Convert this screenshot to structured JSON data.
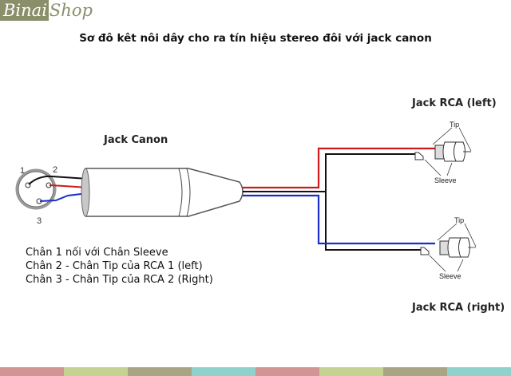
{
  "logo": {
    "part1": "Binai",
    "part2": "Shop"
  },
  "title": "Sơ đô kêt nôi dây cho ra tín hiệu stereo đôi với jack canon",
  "labels": {
    "jack_canon": "Jack Canon",
    "jack_rca_left": "Jack RCA (left)",
    "jack_rca_right": "Jack RCA (right)",
    "pin1": "1",
    "pin2": "2",
    "pin3": "3",
    "tip": "Tip",
    "sleeve": "Sleeve"
  },
  "notes": [
    "Chân 1 nối với Chân Sleeve",
    "Chân 2 - Chân Tip của RCA 1 (left)",
    "Chân 3 - Chân Tip của RCA 2 (Right)"
  ],
  "wire_colors": {
    "ground": "#111111",
    "left": "#d01a1a",
    "right": "#1a2ecc"
  },
  "footer_colors": [
    "#d39494",
    "#c6d291",
    "#a8a585",
    "#8fd1cd",
    "#d39494",
    "#c6d291",
    "#a8a585",
    "#8fd1cd"
  ]
}
